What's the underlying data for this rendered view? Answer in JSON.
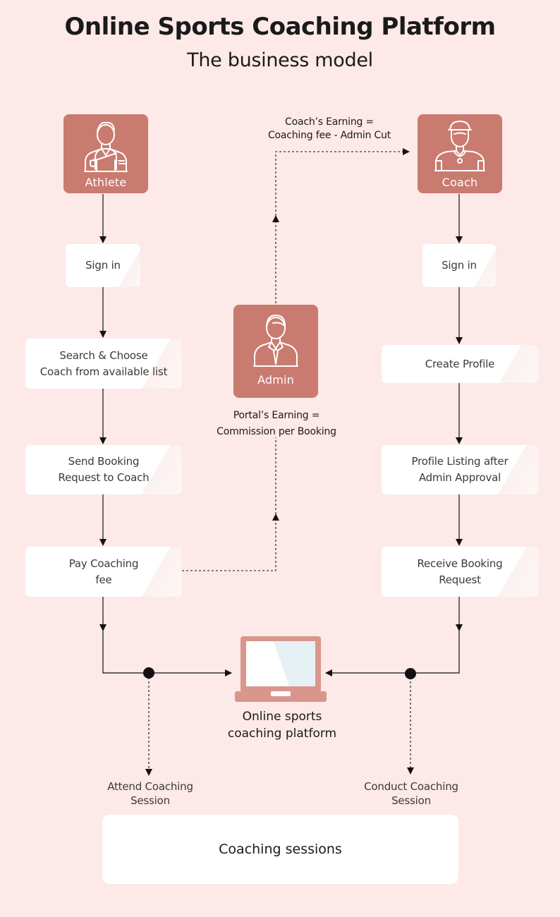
{
  "header": {
    "title": "Online Sports Coaching Platform",
    "subtitle": "The business model"
  },
  "roles": {
    "athlete": "Athlete",
    "coach": "Coach",
    "admin": "Admin"
  },
  "athlete_steps": [
    "Sign in",
    "Search & Choose\nCoach from available list",
    "Send Booking\nRequest to Coach",
    "Pay Coaching\nfee"
  ],
  "coach_steps": [
    "Sign in",
    "Create Profile",
    "Profile Listing after\nAdmin Approval",
    "Receive Booking\nRequest"
  ],
  "notes": {
    "coach_earning": "Coach’s Earning =\nCoaching fee - Admin Cut",
    "portal_earning": "Portal’s Earning =\nCommission per Booking"
  },
  "platform": {
    "label": "Online sports\ncoaching platform"
  },
  "outcomes": {
    "athlete": "Attend Coaching\nSession",
    "coach": "Conduct Coaching\nSession"
  },
  "sessions": {
    "label": "Coaching sessions"
  },
  "colors": {
    "background": "#fde9e8",
    "role_box": "#c97b70",
    "laptop_body": "#d9968d",
    "laptop_screen": "#e6f1f5"
  },
  "icons": [
    "athlete-icon",
    "coach-icon",
    "admin-icon",
    "laptop-icon"
  ]
}
